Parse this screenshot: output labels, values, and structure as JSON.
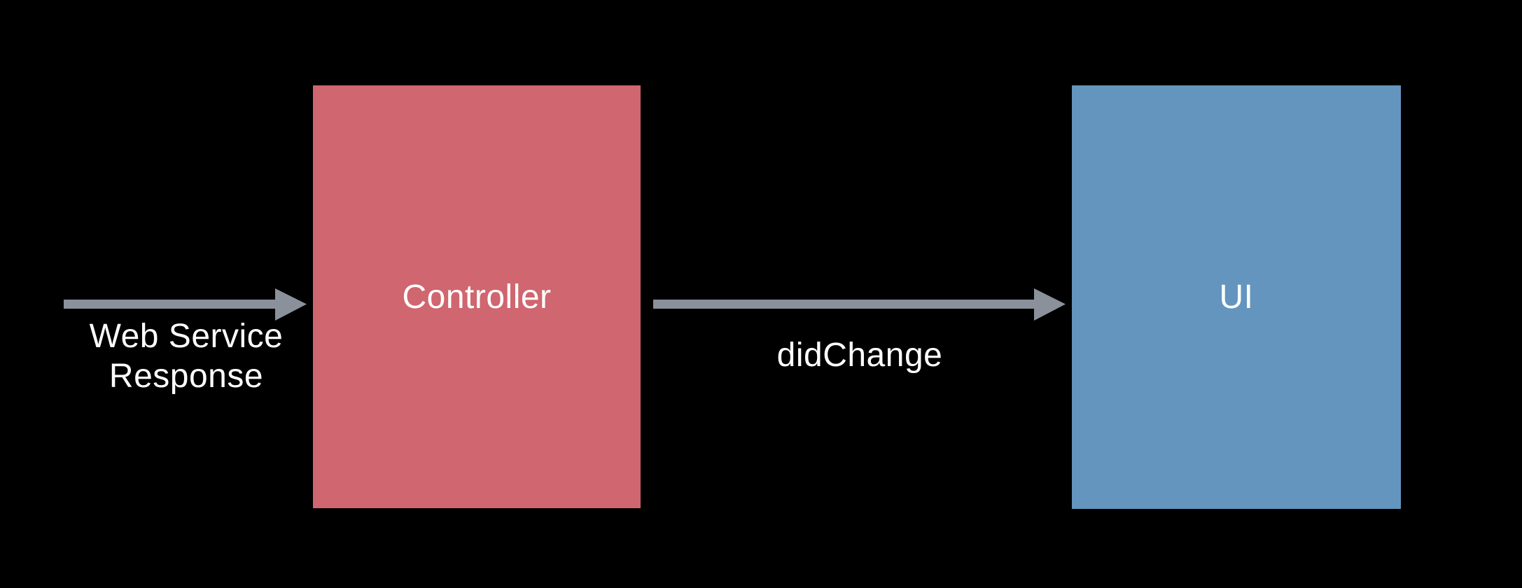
{
  "colors": {
    "background": "#000000",
    "controller-box": "#D0666F",
    "ui-box": "#6495BE",
    "arrow": "#8A919B",
    "text": "#FFFFFF"
  },
  "diagram": {
    "nodes": [
      {
        "id": "controller",
        "label": "Controller"
      },
      {
        "id": "ui",
        "label": "UI"
      }
    ],
    "edges": [
      {
        "from": "external",
        "to": "controller",
        "label_line1": "Web Service",
        "label_line2": "Response"
      },
      {
        "from": "controller",
        "to": "ui",
        "label": "didChange"
      }
    ]
  }
}
